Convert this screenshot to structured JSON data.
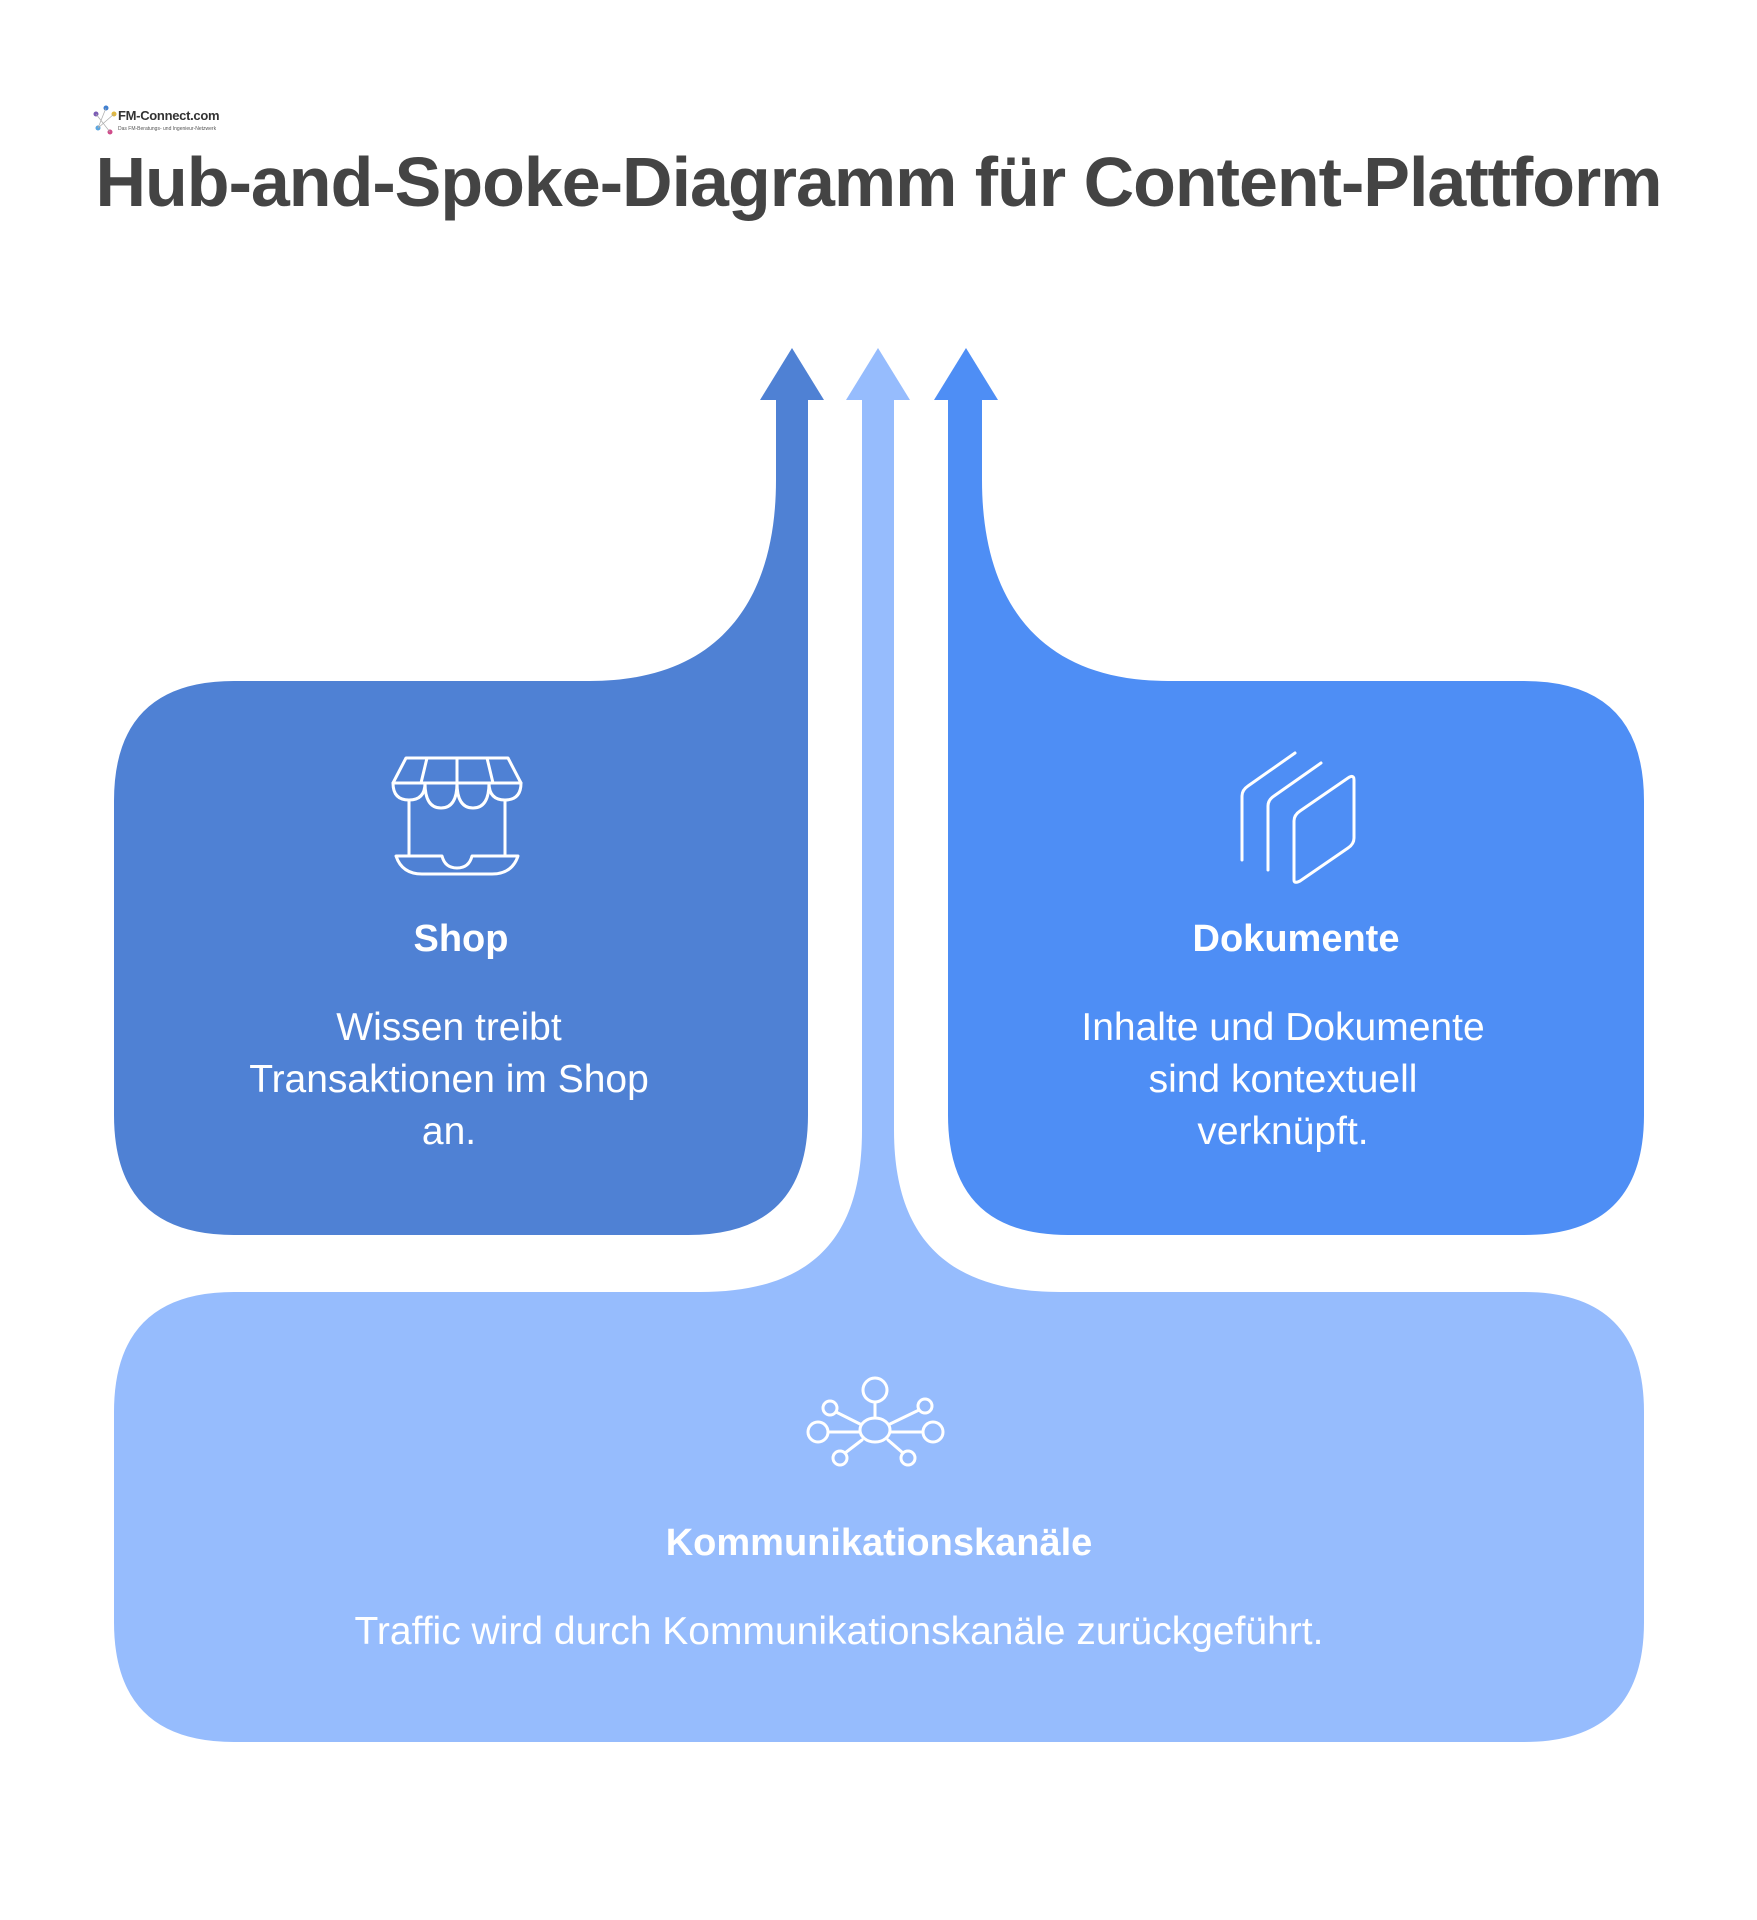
{
  "logo": {
    "name": "FM-Connect.com",
    "tagline": "Das FM-Beratungs- und Ingenieur-Netzwerk"
  },
  "title": "Hub-and-Spoke-Diagramm für Content-Plattform",
  "colors": {
    "shop": "#4F81D4",
    "hub": "#96BCFD",
    "documents": "#4E8EF5",
    "title": "#444444",
    "text_on_shape": "#FFFFFF"
  },
  "spokes": {
    "shop": {
      "icon": "storefront-icon",
      "heading": "Shop",
      "body_lines": [
        "Wissen treibt",
        "Transaktionen im Shop",
        "an."
      ]
    },
    "documents": {
      "icon": "stacked-documents-icon",
      "heading": "Dokumente",
      "body_lines": [
        "Inhalte und Dokumente",
        "sind kontextuell",
        "verknüpft."
      ]
    }
  },
  "hub": {
    "icon": "network-hub-icon",
    "heading": "Kommunikationskanäle",
    "body": "Traffic wird durch Kommunikationskanäle zurückgeführt."
  }
}
